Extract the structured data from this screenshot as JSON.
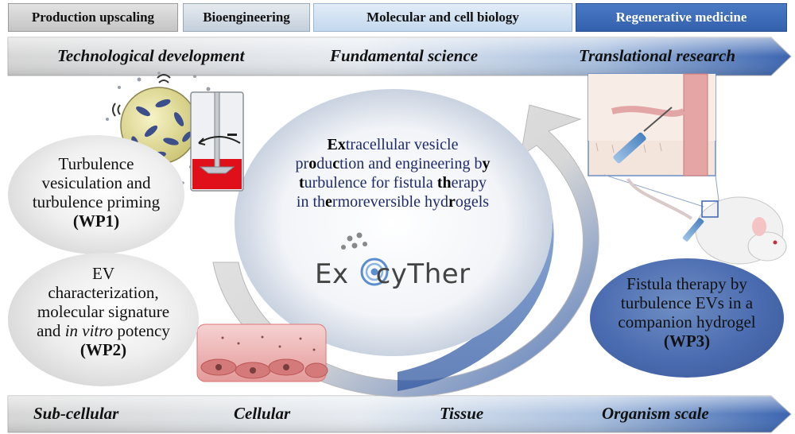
{
  "header_boxes": {
    "production_upscaling": "Production upscaling",
    "bioengineering": "Bioengineering",
    "molecular_cell_biology": "Molecular and cell biology",
    "regenerative_medicine": "Regenerative medicine"
  },
  "top_arrow": {
    "technological_development": "Technological development",
    "fundamental_science": "Fundamental science",
    "translational_research": "Translational research"
  },
  "bottom_arrow": {
    "sub_cellular": "Sub-cellular",
    "cellular": "Cellular",
    "tissue": "Tissue",
    "organism_scale": "Organism scale"
  },
  "center": {
    "line1_bold": "Ex",
    "line1_rest": "tracellular vesicle",
    "line2_a": "pr",
    "line2_b": "o",
    "line2_c": "du",
    "line2_d": "c",
    "line2_e": "tion and engineering b",
    "line2_f": "y",
    "line3_a": "t",
    "line3_b": "urbulence for fistula ",
    "line3_c": "th",
    "line3_d": "erapy",
    "line4_a": "in th",
    "line4_b": "e",
    "line4_c": "rmoreversible hyd",
    "line4_d": "r",
    "line4_e": "ogels",
    "logo_left": "Ex",
    "logo_right": "cyTher"
  },
  "wp1": {
    "line1": "Turbulence",
    "line2": "vesiculation and",
    "line3": "turbulence priming",
    "label": "(WP1)"
  },
  "wp2": {
    "line1": "EV",
    "line2": "characterization,",
    "line3": "molecular signature",
    "line4_a": "and ",
    "line4_b": "in vitro",
    "line4_c": " potency",
    "label": "(WP2)"
  },
  "wp3": {
    "line1": "Fistula therapy by",
    "line2": "turbulence EVs in a",
    "line3": "companion hydrogel",
    "label": "(WP3)"
  },
  "colors": {
    "accent_blue": "#3a64b0",
    "arrow_gray": "#c8c8c8",
    "hydrogel_red": "#e0101a",
    "center_text": "#1f2a6a"
  }
}
